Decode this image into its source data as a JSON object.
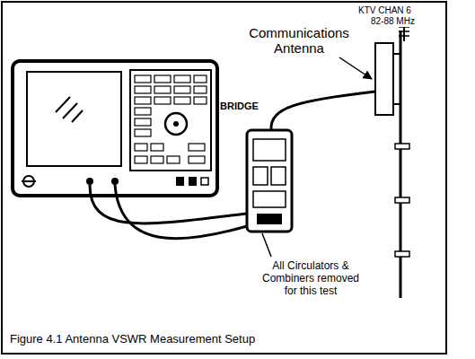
{
  "diagram": {
    "caption": "Figure 4.1 Antenna VSWR Measurement Setup",
    "labels": [
      "KTV CHAN 6",
      "82-88 MHz",
      "Communications Antenna",
      "BRIDGE",
      "All Circulators & Combiners removed for this test"
    ]
  }
}
